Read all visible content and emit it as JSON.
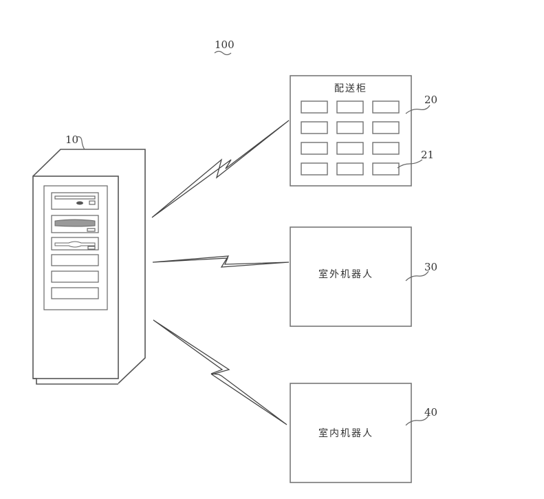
{
  "figure": {
    "ref_system": "100"
  },
  "server": {
    "ref": "10",
    "name": "server"
  },
  "delivery_cabinet": {
    "ref": "20",
    "title": "配送柜",
    "compartment_ref": "21",
    "rows": 4,
    "cols": 3
  },
  "outdoor_robot": {
    "ref": "30",
    "title": "室外机器人"
  },
  "indoor_robot": {
    "ref": "40",
    "title": "室内机器人"
  },
  "links": [
    {
      "from": "server",
      "to": "delivery_cabinet",
      "type": "wireless"
    },
    {
      "from": "server",
      "to": "outdoor_robot",
      "type": "wireless"
    },
    {
      "from": "server",
      "to": "indoor_robot",
      "type": "wireless"
    }
  ],
  "colors": {
    "line": "#555555",
    "box_border": "#777777",
    "text": "#333333",
    "background": "#ffffff"
  }
}
